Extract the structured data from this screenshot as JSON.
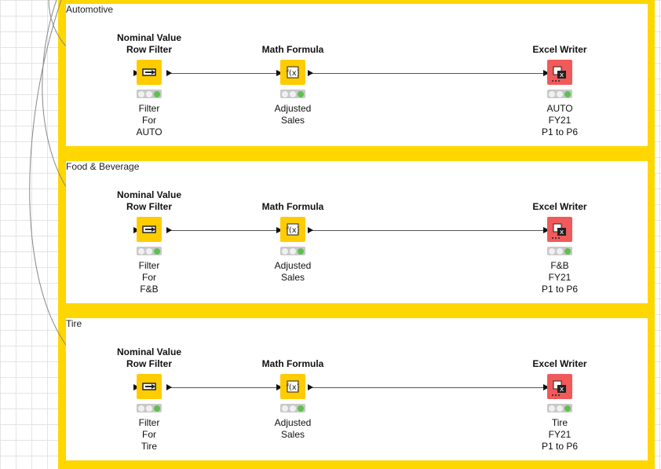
{
  "panels": [
    {
      "title": "Automotive",
      "nodes": [
        {
          "title_line1": "Nominal Value",
          "title_line2": "Row Filter",
          "desc": [
            "Filter",
            "For",
            "AUTO"
          ],
          "icon": "row-filter-icon"
        },
        {
          "title_line1": "",
          "title_line2": "Math Formula",
          "desc": [
            "Adjusted",
            "Sales",
            ""
          ],
          "icon": "math-formula-icon"
        },
        {
          "title_line1": "",
          "title_line2": "Excel Writer",
          "desc": [
            "AUTO",
            "FY21",
            "P1 to P6"
          ],
          "icon": "excel-writer-icon"
        }
      ]
    },
    {
      "title": "Food & Beverage",
      "nodes": [
        {
          "title_line1": "Nominal Value",
          "title_line2": "Row Filter",
          "desc": [
            "Filter",
            "For",
            "F&B"
          ],
          "icon": "row-filter-icon"
        },
        {
          "title_line1": "",
          "title_line2": "Math Formula",
          "desc": [
            "Adjusted",
            "Sales",
            ""
          ],
          "icon": "math-formula-icon"
        },
        {
          "title_line1": "",
          "title_line2": "Excel Writer",
          "desc": [
            "F&B",
            "FY21",
            "P1 to P6"
          ],
          "icon": "excel-writer-icon"
        }
      ]
    },
    {
      "title": "Tire",
      "nodes": [
        {
          "title_line1": "Nominal Value",
          "title_line2": "Row Filter",
          "desc": [
            "Filter",
            "For",
            "Tire"
          ],
          "icon": "row-filter-icon"
        },
        {
          "title_line1": "",
          "title_line2": "Math Formula",
          "desc": [
            "Adjusted",
            "Sales",
            ""
          ],
          "icon": "math-formula-icon"
        },
        {
          "title_line1": "",
          "title_line2": "Excel Writer",
          "desc": [
            "Tire",
            "FY21",
            "P1 to P6"
          ],
          "icon": "excel-writer-icon"
        }
      ]
    }
  ],
  "colors": {
    "frame": "#ffd700",
    "node_yellow": "#ffcc00",
    "node_red": "#f15a5a",
    "status_green": "#5fbf4f"
  }
}
